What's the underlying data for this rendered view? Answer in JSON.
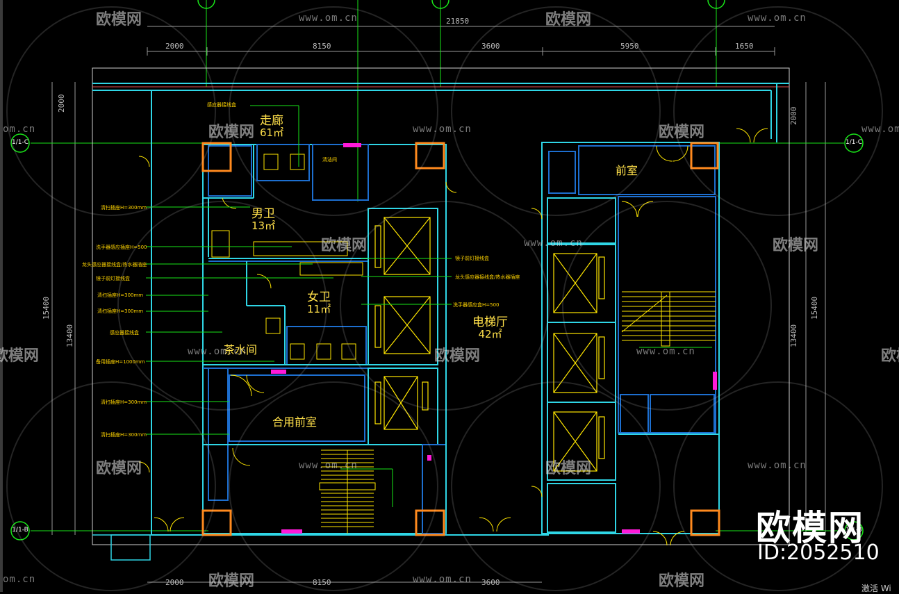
{
  "drawing": {
    "colors": {
      "wall": "#2fd6e6",
      "wall_inner": "#1d6fd0",
      "fixture": "#ffe600",
      "column": "#ff8a1e",
      "leader": "#19e619",
      "dimension": "#9a9a9a",
      "accent": "#ff1ad9",
      "stair": "#ffe600",
      "grid": "#19e619"
    },
    "dimensions_top_total": "21850",
    "dimensions_top": [
      "2000",
      "8150",
      "3600",
      "5950",
      "1650"
    ],
    "dimensions_bottom": [
      "2000",
      "8150",
      "3600"
    ],
    "dimensions_left": [
      "2000",
      "13400",
      "15400"
    ],
    "dimensions_right": [
      "2000",
      "13400",
      "15400"
    ],
    "grid_labels": [
      "1/1-C",
      "1/1-C",
      "1/1-B",
      "1/1-B"
    ],
    "rooms": [
      {
        "name": "走廊",
        "area": "61㎡"
      },
      {
        "name": "男卫",
        "area": "13㎡"
      },
      {
        "name": "女卫",
        "area": "11㎡"
      },
      {
        "name": "茶水间",
        "area": ""
      },
      {
        "name": "合用前室",
        "area": ""
      },
      {
        "name": "电梯厅",
        "area": "42㎡"
      },
      {
        "name": "前室",
        "area": ""
      }
    ],
    "notes_left": [
      "清扫插座H=300mm",
      "洗手器感应插座H=500",
      "龙头感应器接线盒/热水器插座",
      "镜子前灯接线盒",
      "清扫插座H=300mm",
      "清扫插座H=300mm",
      "感应器接线盒",
      "备用插座H=1000mm",
      "清扫插座H=300mm",
      "清扫插座H=300mm"
    ],
    "notes_right": [
      "镜子前灯接线盒",
      "龙头感应器接线盒/热水器插座",
      "洗手器感应盒H=500"
    ],
    "note_top": "感应器接线盒",
    "note_small": "清洁间"
  },
  "watermark": {
    "brand": "欧模网",
    "url": "www.om.cn",
    "url_short": "om.cn",
    "id_text": "ID:2052510",
    "corner_text": "激活 Wi"
  }
}
